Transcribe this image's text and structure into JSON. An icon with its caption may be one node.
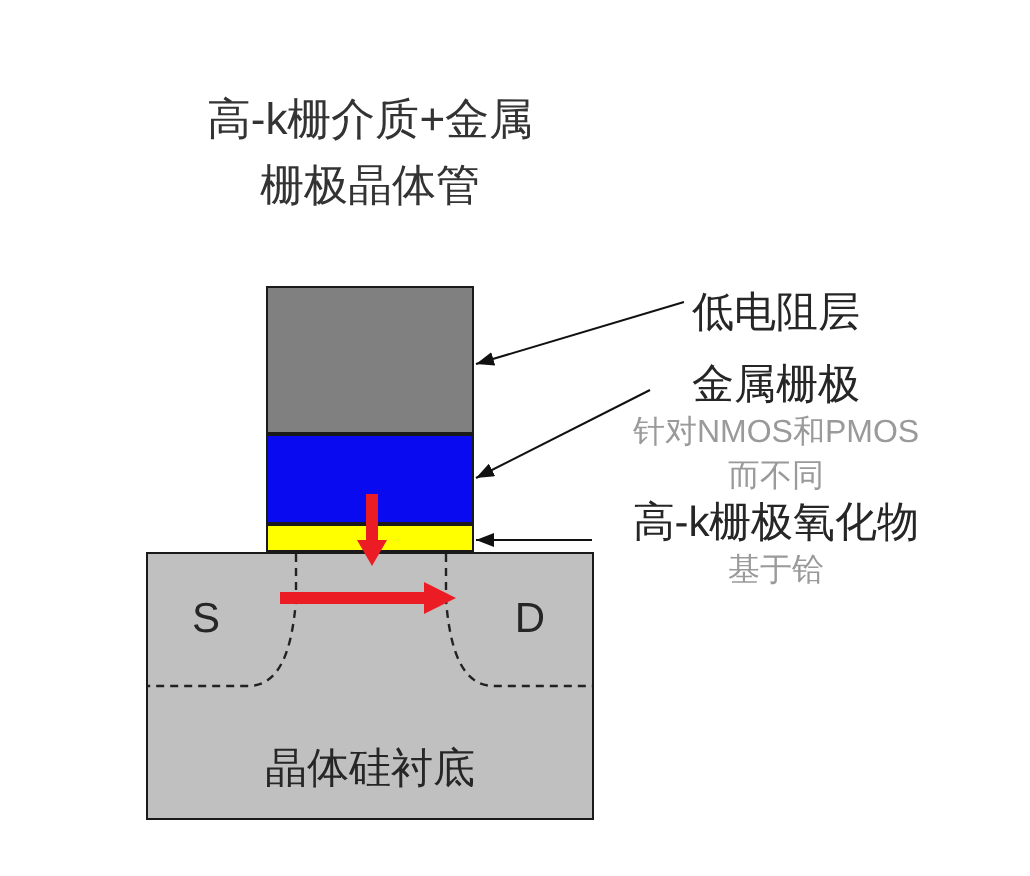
{
  "diagram": {
    "title": "高-k栅介质+金属栅极晶体管",
    "nodes": [
      {
        "text": [],
        "shape": "box"
      },
      {
        "text": [
          "低电阻层"
        ]
      },
      {
        "text": [],
        "shape": "box"
      },
      {
        "text": [
          "金属栅极",
          "针对NMOS和PMOS而不同"
        ]
      },
      {
        "text": [],
        "shape": "box"
      },
      {
        "text": [
          "高-k栅极氧化物",
          "基于铪"
        ]
      },
      {
        "text": [
          "S",
          "D",
          "晶体硅衬底"
        ]
      }
    ],
    "edges": [
      {
        "from": 1,
        "to": 0,
        "arrow": "to"
      },
      {
        "from": 3,
        "to": 2,
        "arrow": "to"
      },
      {
        "from": 5,
        "to": 4,
        "arrow": "to"
      },
      {
        "from": 2,
        "to": 6,
        "arrow": "to",
        "style": "thick",
        "color": "#ec1c24"
      }
    ]
  }
}
